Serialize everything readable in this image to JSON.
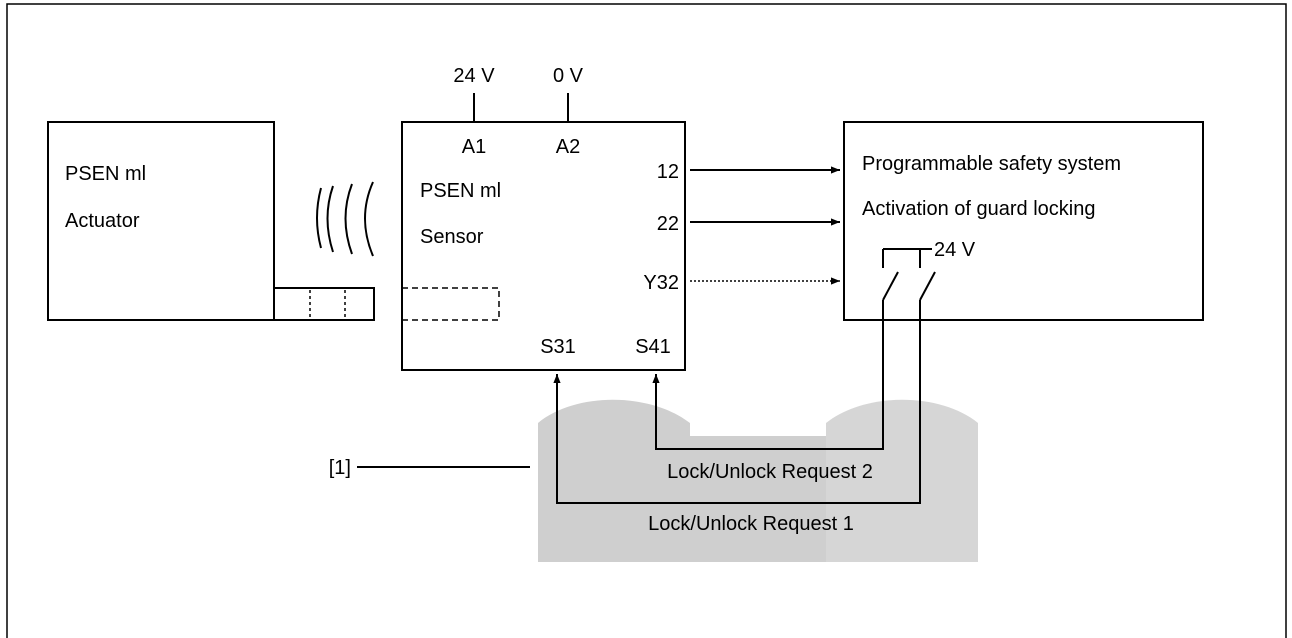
{
  "colors": {
    "line": "#000000",
    "shading": "#cfcfcf",
    "background": "#ffffff"
  },
  "power": {
    "v24": "24 V",
    "v0": "0 V"
  },
  "actuator": {
    "line1": "PSEN ml",
    "line2": "Actuator"
  },
  "sensor": {
    "line1": "PSEN ml",
    "line2": "Sensor",
    "terminals": {
      "a1": "A1",
      "a2": "A2",
      "t12": "12",
      "t22": "22",
      "y32": "Y32",
      "s31": "S31",
      "s41": "S41"
    }
  },
  "safety_system": {
    "line1": "Programmable safety system",
    "line2": "Activation of guard locking",
    "supply": "24 V"
  },
  "requests": {
    "request2": "Lock/Unlock Request 2",
    "request1": "Lock/Unlock Request 1"
  },
  "callout": "[1]"
}
